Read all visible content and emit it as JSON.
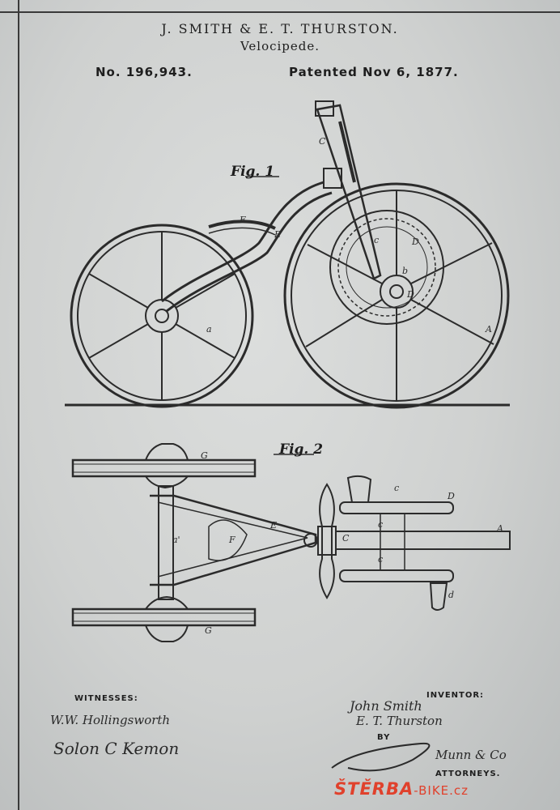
{
  "header": {
    "names": "J. SMITH & E. T. THURSTON.",
    "subject": "Velocipede.",
    "patent_no": "No. 196,943.",
    "patent_date": "Patented Nov 6, 1877."
  },
  "figures": {
    "fig1": "Fig. 1",
    "fig2": "Fig. 2",
    "fig1_labels": {
      "C": "C",
      "F": "F",
      "E": "E",
      "c": "c",
      "D": "D",
      "b": "b",
      "a": "a",
      "A": "A",
      "D2": "D"
    },
    "fig2_labels": {
      "G": "G",
      "G2": "G",
      "F": "F",
      "E": "E",
      "C": "C",
      "A": "A",
      "D": "D",
      "d": "d",
      "c1": "c",
      "c2": "c",
      "c3": "c",
      "a": "a'"
    }
  },
  "signatures": {
    "witnesses_label": "WITNESSES:",
    "inventor_label": "INVENTOR:",
    "by": "BY",
    "attorneys": "ATTORNEYS.",
    "witness1": "W.W. Hollingsworth",
    "witness2": "Solon C Kemon",
    "inventor1": "John Smith",
    "inventor2": "E. T. Thurston",
    "attorney_sig": "Munn & Co"
  },
  "watermark": {
    "text": "ŠTĚRBA",
    "suffix": "-BIKE.cz",
    "color": "#e0412c"
  }
}
